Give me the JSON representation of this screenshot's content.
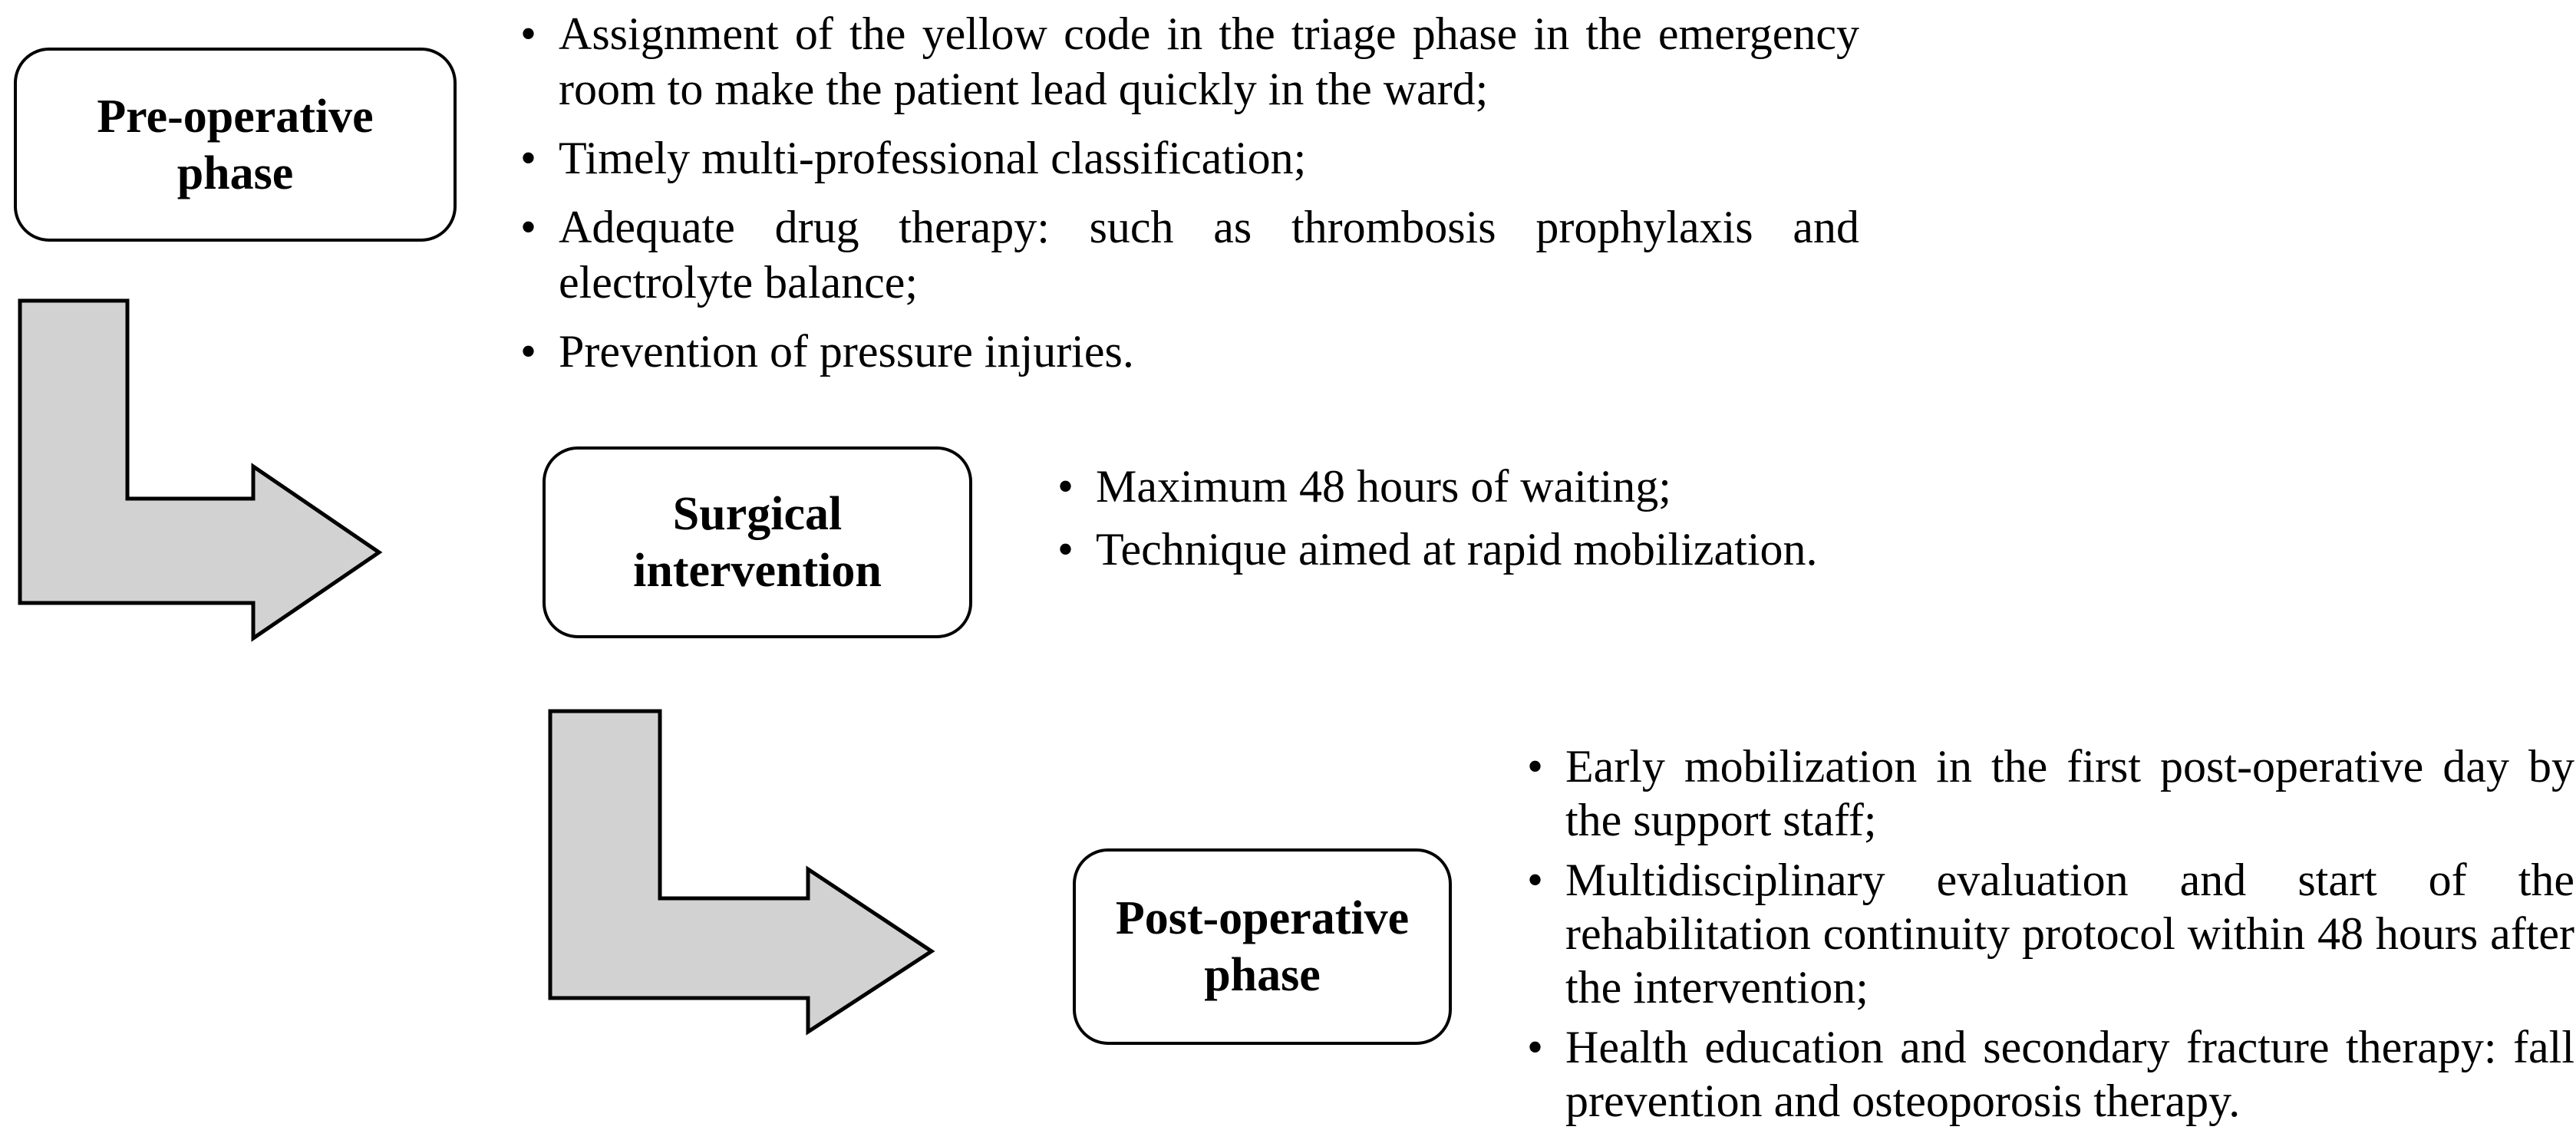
{
  "figure": {
    "background_color": "#ffffff",
    "text_color": "#000000",
    "box_border_color": "#000000",
    "box_fill_color": "#ffffff",
    "arrow_fill": "#d2d2d2",
    "arrow_stroke": "#000000",
    "bullet_glyph": "•"
  },
  "phases": [
    {
      "title": "Pre-operative phase",
      "bullets": [
        "Assignment of the yellow code in the triage phase in the emergency room to make the patient lead quickly in the ward;",
        "Timely multi-professional classification;",
        "Adequate drug therapy: such as thrombosis prophylaxis and electrolyte balance;",
        "Prevention of pressure injuries."
      ]
    },
    {
      "title": "Surgical intervention",
      "bullets": [
        "Maximum 48 hours of waiting;",
        "Technique aimed at rapid mobilization."
      ]
    },
    {
      "title": "Post-operative phase",
      "bullets": [
        "Early mobilization in the first post-operative day by the support staff;",
        "Multidisciplinary evaluation and start of the rehabilitation continuity protocol within 48 hours after the intervention;",
        "Health education and secondary fracture therapy: fall prevention and osteoporosis therapy."
      ]
    }
  ]
}
